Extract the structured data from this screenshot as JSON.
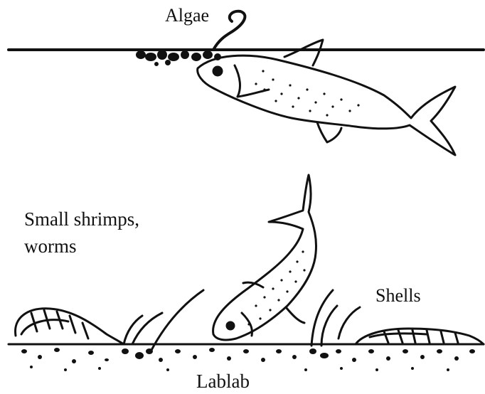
{
  "labels": {
    "algae": "Algae",
    "small_shrimps_line1": "Small shrimps,",
    "small_shrimps_line2": "worms",
    "shells": "Shells",
    "lablab": "Lablab"
  },
  "colors": {
    "ink": "#111111",
    "background": "#ffffff"
  },
  "icons": [
    "fish-surface-icon",
    "fish-bottom-icon",
    "shrimp-icon",
    "shell-icon",
    "algae-strand-icon"
  ]
}
